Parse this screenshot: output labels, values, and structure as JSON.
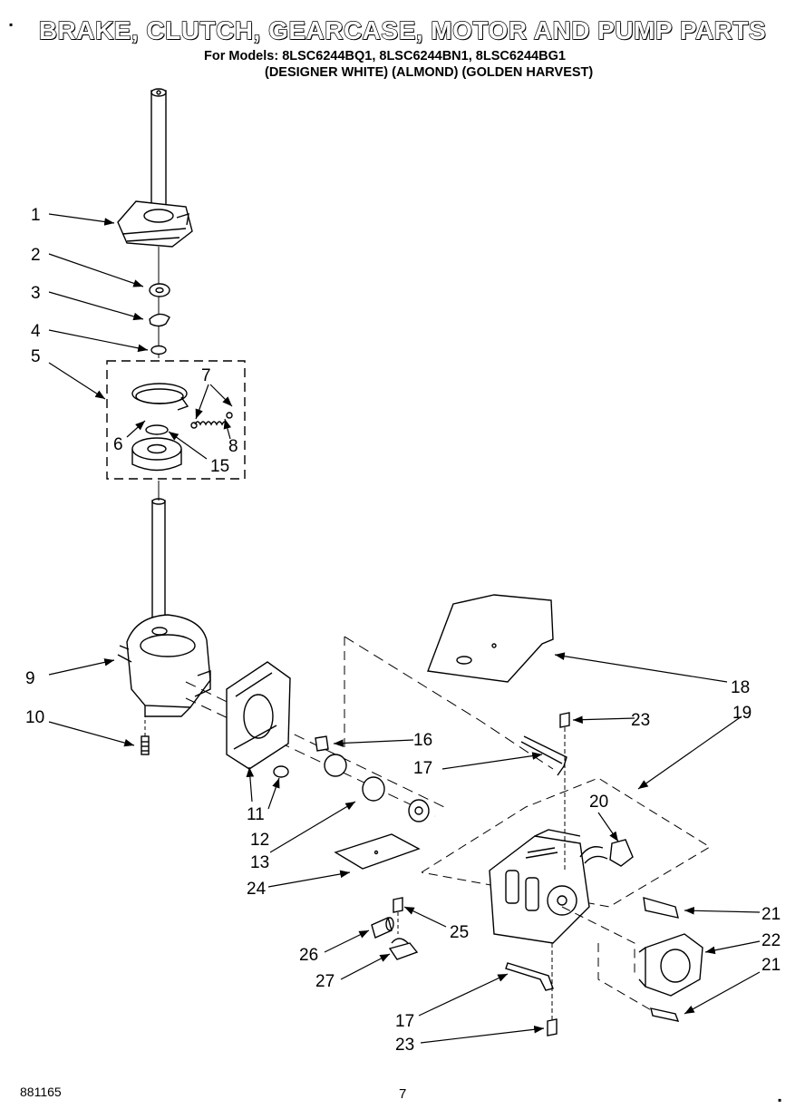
{
  "header": {
    "title": "BRAKE, CLUTCH, GEARCASE, MOTOR AND PUMP PARTS",
    "models_line": "For Models: 8LSC6244BQ1, 8LSC6244BN1, 8LSC6244BG1",
    "colors_line": "(DESIGNER WHITE) (ALMOND) (GOLDEN HARVEST)"
  },
  "footer": {
    "doc_number": "881165",
    "page_number": "7"
  },
  "callouts": [
    "1",
    "2",
    "3",
    "4",
    "5",
    "6",
    "7",
    "8",
    "9",
    "10",
    "11",
    "12",
    "13",
    "15",
    "16",
    "17",
    "18",
    "19",
    "20",
    "21",
    "22",
    "23",
    "24",
    "25",
    "26",
    "27"
  ]
}
